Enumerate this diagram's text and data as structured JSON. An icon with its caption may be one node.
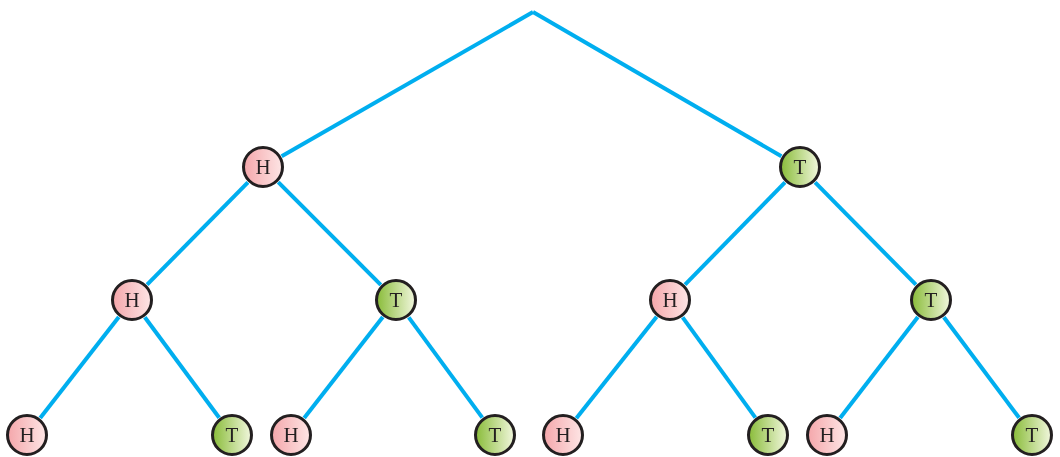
{
  "diagram": {
    "nodes": [
      {
        "text": [
          "H"
        ]
      },
      {
        "text": [
          "T"
        ]
      },
      {
        "text": [
          "H"
        ]
      },
      {
        "text": [
          "T"
        ]
      },
      {
        "text": [
          "H"
        ]
      },
      {
        "text": [
          "T"
        ]
      },
      {
        "text": [
          "H"
        ]
      },
      {
        "text": [
          "T"
        ]
      },
      {
        "text": [
          "H"
        ]
      },
      {
        "text": [
          "T"
        ]
      },
      {
        "text": [
          "H"
        ]
      },
      {
        "text": [
          "T"
        ]
      },
      {
        "text": [
          "H"
        ]
      },
      {
        "text": [
          "T"
        ]
      }
    ],
    "edges": [
      {
        "from": null,
        "to": 0,
        "arrow": "none"
      },
      {
        "from": null,
        "to": 1,
        "arrow": "none"
      },
      {
        "from": 0,
        "to": 2,
        "arrow": "none"
      },
      {
        "from": 0,
        "to": 3,
        "arrow": "none"
      },
      {
        "from": 1,
        "to": 4,
        "arrow": "none"
      },
      {
        "from": 1,
        "to": 5,
        "arrow": "none"
      },
      {
        "from": 2,
        "to": 6,
        "arrow": "none"
      },
      {
        "from": 2,
        "to": 7,
        "arrow": "none"
      },
      {
        "from": 3,
        "to": 8,
        "arrow": "none"
      },
      {
        "from": 3,
        "to": 9,
        "arrow": "none"
      },
      {
        "from": 4,
        "to": 10,
        "arrow": "none"
      },
      {
        "from": 4,
        "to": 11,
        "arrow": "none"
      },
      {
        "from": 5,
        "to": 12,
        "arrow": "none"
      },
      {
        "from": 5,
        "to": 13,
        "arrow": "none"
      }
    ]
  }
}
